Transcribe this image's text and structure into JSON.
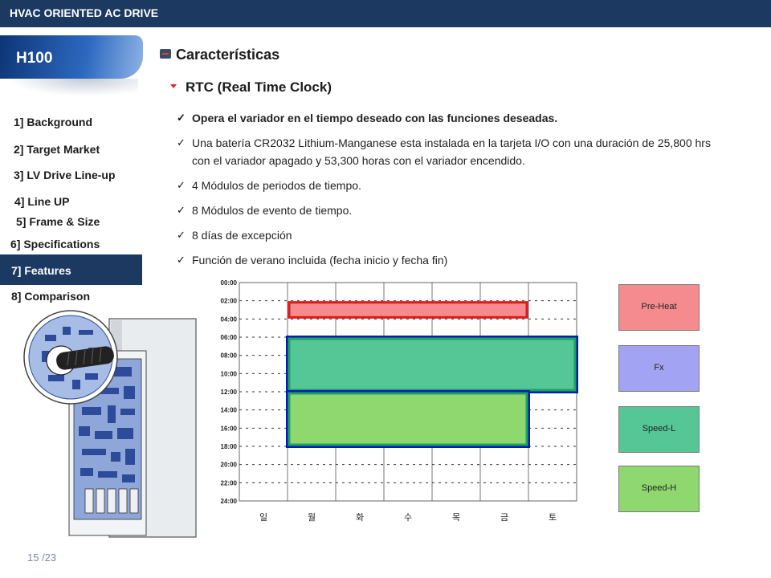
{
  "header": {
    "title": "HVAC ORIENTED AC DRIVE"
  },
  "brand": {
    "name": "H100"
  },
  "nav": {
    "items": [
      "1] Background",
      "2] Target Market",
      "3] LV Drive Line-up",
      "4] Line UP",
      "5] Frame & Size",
      "6] Specifications",
      "7] Features",
      "8] Comparison"
    ],
    "active_index": 6
  },
  "section": {
    "title": "Características",
    "icon": "section-square-icon"
  },
  "subsection": {
    "title": "RTC (Real Time Clock)",
    "icon": "red-triangle-icon"
  },
  "bullets": [
    "Opera el variador en el tiempo deseado con las funciones deseadas.",
    "Una batería CR2032 Lithium-Manganese esta instalada en la tarjeta I/O con una duración de 25,800 hrs con el variador apagado y 53,300 horas con el variador encendido.",
    "4 Módulos de periodos de tiempo.",
    "8 Módulos de evento de tiempo.",
    "8 días de excepción",
    "Función de verano incluida (fecha inicio y fecha fin)"
  ],
  "device": {
    "icon": "drive-board-illustration"
  },
  "page": {
    "number": "15 /23"
  },
  "legend": {
    "items": [
      {
        "label": "Pre-Heat",
        "color": "#f58b8e"
      },
      {
        "label": "Fx",
        "color": "#a2a3f2"
      },
      {
        "label": "Speed-L",
        "color": "#55c695"
      },
      {
        "label": "Speed-H",
        "color": "#8ed86f"
      }
    ]
  },
  "chart_data": {
    "type": "timeline",
    "categories": [
      "일",
      "월",
      "화",
      "수",
      "목",
      "금",
      "토"
    ],
    "y_ticks": [
      "00:00",
      "02:00",
      "04:00",
      "06:00",
      "08:00",
      "10:00",
      "12:00",
      "14:00",
      "16:00",
      "18:00",
      "20:00",
      "22:00",
      "24:00"
    ],
    "ylim": [
      0,
      24
    ],
    "blocks": [
      {
        "label": "Pre-Heat",
        "start_day": 1,
        "end_day": 6,
        "start_hour": 2,
        "end_hour": 4,
        "fill": "#f58b8e",
        "border": "#e01818",
        "border_width": 3
      },
      {
        "label": "Fx",
        "start_day": 1,
        "end_day": 7,
        "start_hour": 6,
        "end_hour": 12,
        "fill": "none",
        "border": "#0a1ab8",
        "border_width": 4
      },
      {
        "label": "Speed-L",
        "start_day": 1,
        "end_day": 7,
        "start_hour": 6,
        "end_hour": 12,
        "fill": "#55c695",
        "border": "#1ea35c",
        "border_width": 3
      },
      {
        "label": "Fx",
        "start_day": 1,
        "end_day": 6,
        "start_hour": 12,
        "end_hour": 18,
        "fill": "none",
        "border": "#0a1ab8",
        "border_width": 4
      },
      {
        "label": "Speed-H",
        "start_day": 1,
        "end_day": 6,
        "start_hour": 12,
        "end_hour": 18,
        "fill": "#8ed86f",
        "border": "#1ea35c",
        "border_width": 3
      }
    ],
    "grid": true
  }
}
